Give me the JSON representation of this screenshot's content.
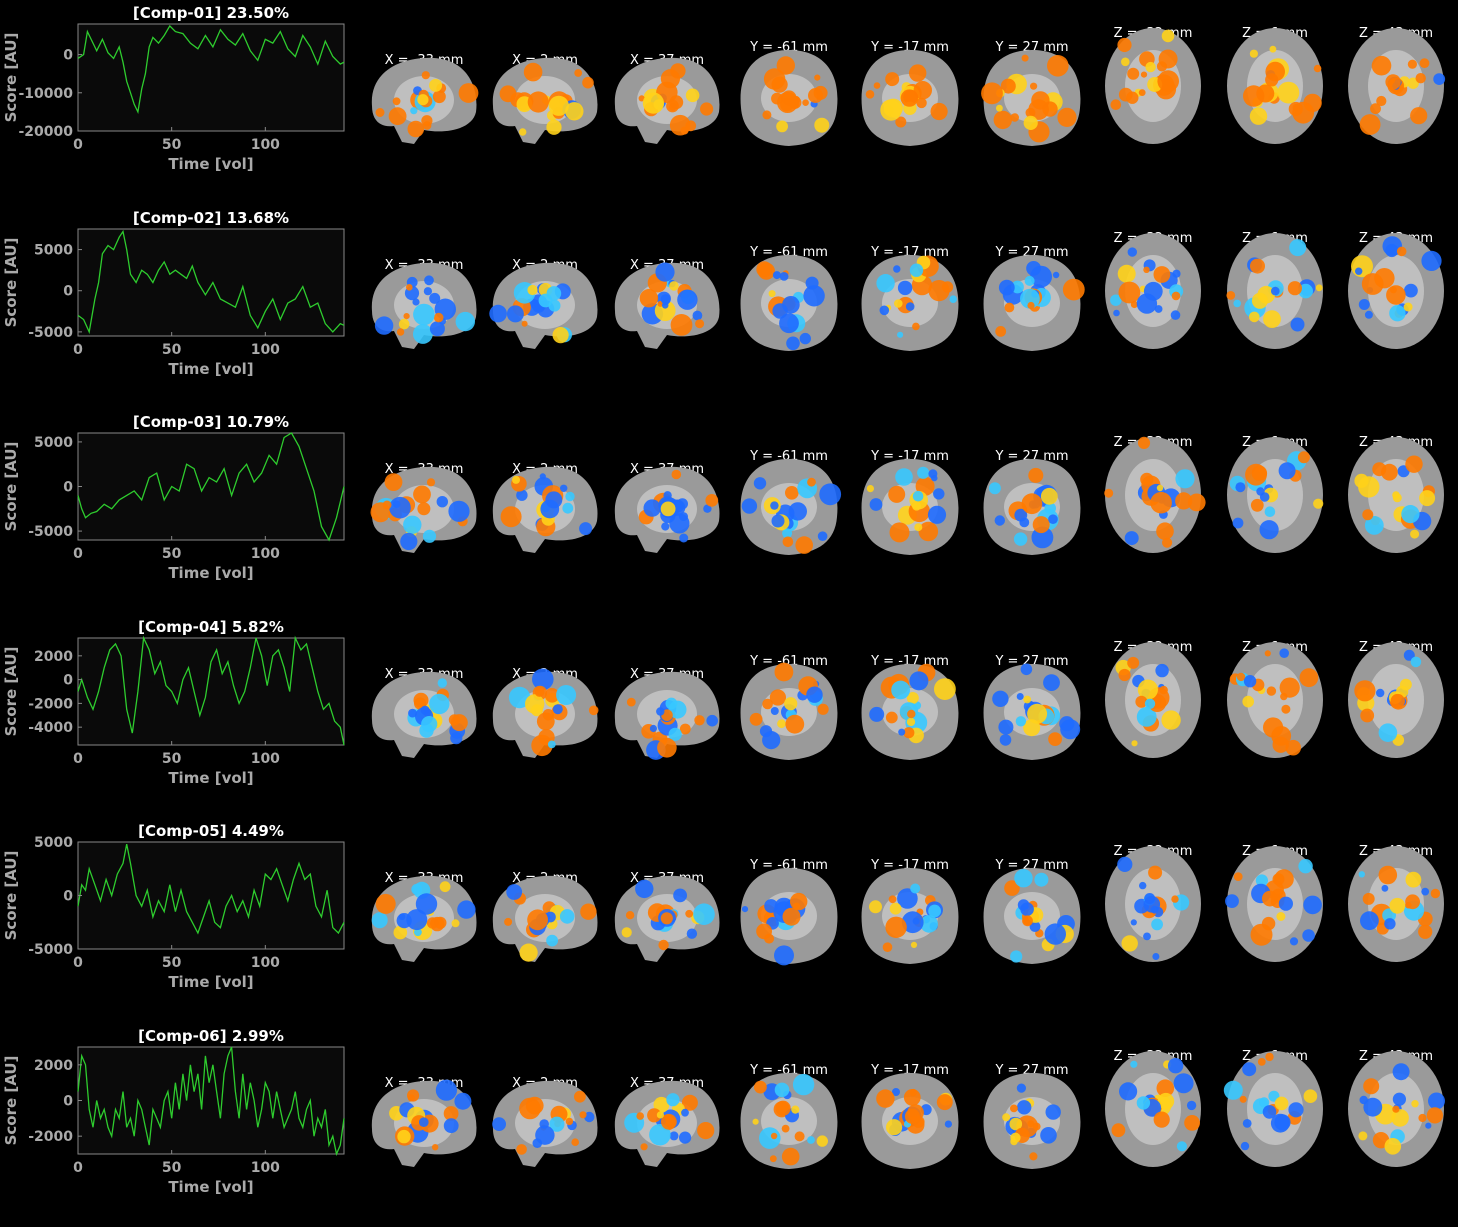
{
  "components": [
    {
      "title": "[Comp-01] 23.50%",
      "ylabel": "Score [AU]",
      "xlabel": "Time [vol]",
      "yticks": [
        "0",
        "-10000",
        "-20000"
      ],
      "xticks": [
        "0",
        "50",
        "100"
      ]
    },
    {
      "title": "[Comp-02] 13.68%",
      "ylabel": "Score [AU]",
      "xlabel": "Time [vol]",
      "yticks": [
        "5000",
        "0",
        "-5000"
      ],
      "xticks": [
        "0",
        "50",
        "100"
      ]
    },
    {
      "title": "[Comp-03] 10.79%",
      "ylabel": "Score [AU]",
      "xlabel": "Time [vol]",
      "yticks": [
        "5000",
        "0",
        "-5000"
      ],
      "xticks": [
        "0",
        "50",
        "100"
      ]
    },
    {
      "title": "[Comp-04] 5.82%",
      "ylabel": "Score [AU]",
      "xlabel": "Time [vol]",
      "yticks": [
        "2000",
        "0",
        "-2000",
        "-4000"
      ],
      "xticks": [
        "0",
        "50",
        "100"
      ]
    },
    {
      "title": "[Comp-05] 4.49%",
      "ylabel": "Score [AU]",
      "xlabel": "Time [vol]",
      "yticks": [
        "5000",
        "0",
        "-5000"
      ],
      "xticks": [
        "0",
        "50",
        "100"
      ]
    },
    {
      "title": "[Comp-06] 2.99%",
      "ylabel": "Score [AU]",
      "xlabel": "Time [vol]",
      "yticks": [
        "2000",
        "0",
        "-2000"
      ],
      "xticks": [
        "0",
        "50",
        "100"
      ]
    }
  ],
  "slice_labels": [
    "X = -33 mm",
    "X = 2 mm",
    "X = 37 mm",
    "Y = -61 mm",
    "Y = -17 mm",
    "Y = 27 mm",
    "Z = -32 mm",
    "Z = 6 mm",
    "Z = 43 mm"
  ],
  "colors": {
    "trace": "#2ecc2e",
    "axis": "#888888",
    "plot_bg": "#0a0a0a",
    "pos": "#ff7a00",
    "pos_hi": "#ffd21a",
    "neg": "#1f6bff",
    "neg_hi": "#37c8ff",
    "brain": "#9a9a9a"
  },
  "chart_data": [
    {
      "type": "line",
      "title": "[Comp-01] 23.50%",
      "xlabel": "Time [vol]",
      "ylabel": "Score [AU]",
      "xlim": [
        0,
        142
      ],
      "ylim": [
        -20000,
        8000
      ],
      "x": [
        0,
        3,
        5,
        8,
        10,
        13,
        16,
        19,
        22,
        24,
        26,
        28,
        30,
        32,
        34,
        36,
        38,
        40,
        43,
        46,
        49,
        52,
        56,
        60,
        64,
        68,
        72,
        76,
        80,
        84,
        88,
        92,
        96,
        100,
        104,
        108,
        112,
        116,
        120,
        124,
        128,
        132,
        136,
        140,
        142
      ],
      "values": [
        -1000,
        0,
        6000,
        3000,
        1000,
        4000,
        500,
        -1000,
        2000,
        -2000,
        -7000,
        -10000,
        -13000,
        -15000,
        -9000,
        -5000,
        2000,
        4500,
        3000,
        5000,
        7500,
        6000,
        5500,
        3000,
        1500,
        5000,
        2000,
        6500,
        4000,
        2500,
        5500,
        1000,
        -1500,
        4000,
        3000,
        6000,
        1500,
        -500,
        5000,
        2000,
        -2500,
        3500,
        -500,
        -2500,
        -2000
      ]
    },
    {
      "type": "line",
      "title": "[Comp-02] 13.68%",
      "xlabel": "Time [vol]",
      "ylabel": "Score [AU]",
      "xlim": [
        0,
        142
      ],
      "ylim": [
        -5500,
        7500
      ],
      "x": [
        0,
        3,
        6,
        9,
        11,
        13,
        16,
        19,
        22,
        24,
        26,
        28,
        31,
        34,
        37,
        40,
        43,
        46,
        49,
        52,
        55,
        58,
        61,
        64,
        68,
        72,
        76,
        80,
        84,
        88,
        92,
        96,
        100,
        104,
        108,
        112,
        116,
        120,
        124,
        128,
        132,
        136,
        140,
        142
      ],
      "values": [
        -3000,
        -3500,
        -5000,
        -1000,
        1000,
        4500,
        5500,
        5000,
        6500,
        7200,
        5000,
        2000,
        1000,
        2500,
        2000,
        1000,
        2500,
        3500,
        2000,
        2500,
        2000,
        1500,
        3000,
        1000,
        -500,
        1000,
        -1000,
        -1500,
        -2000,
        500,
        -3000,
        -4500,
        -2500,
        -1000,
        -3500,
        -1500,
        -1000,
        500,
        -2000,
        -1500,
        -4000,
        -5000,
        -4000,
        -4200
      ]
    },
    {
      "type": "line",
      "title": "[Comp-03] 10.79%",
      "xlabel": "Time [vol]",
      "ylabel": "Score [AU]",
      "xlim": [
        0,
        142
      ],
      "ylim": [
        -6000,
        6000
      ],
      "x": [
        0,
        2,
        4,
        7,
        10,
        14,
        18,
        22,
        26,
        30,
        34,
        38,
        42,
        46,
        50,
        54,
        58,
        62,
        66,
        70,
        74,
        78,
        82,
        86,
        90,
        94,
        98,
        102,
        106,
        110,
        114,
        118,
        122,
        126,
        130,
        134,
        138,
        142
      ],
      "values": [
        -1000,
        -2500,
        -3500,
        -3000,
        -2800,
        -2000,
        -2500,
        -1500,
        -1000,
        -500,
        -1500,
        1000,
        1500,
        -1500,
        0,
        -500,
        2500,
        2000,
        -500,
        1000,
        500,
        2000,
        -1000,
        1500,
        2500,
        500,
        1500,
        3500,
        2500,
        5500,
        6000,
        4500,
        2000,
        -500,
        -4500,
        -6000,
        -3500,
        0
      ]
    },
    {
      "type": "line",
      "title": "[Comp-04] 5.82%",
      "xlabel": "Time [vol]",
      "ylabel": "Score [AU]",
      "xlim": [
        0,
        142
      ],
      "ylim": [
        -5500,
        3500
      ],
      "x": [
        0,
        2,
        5,
        8,
        11,
        14,
        17,
        20,
        23,
        26,
        29,
        32,
        35,
        38,
        41,
        44,
        47,
        50,
        53,
        56,
        59,
        62,
        65,
        68,
        71,
        74,
        77,
        80,
        83,
        86,
        89,
        92,
        95,
        98,
        101,
        104,
        107,
        110,
        113,
        116,
        119,
        122,
        125,
        128,
        131,
        134,
        137,
        140,
        142
      ],
      "values": [
        -1000,
        0,
        -1500,
        -2500,
        -1000,
        1000,
        2500,
        3000,
        2000,
        -2500,
        -4500,
        -1000,
        3500,
        2500,
        500,
        1500,
        -500,
        -1000,
        -2000,
        0,
        1000,
        -1000,
        -3000,
        -1500,
        1500,
        2500,
        500,
        1500,
        -500,
        -2000,
        -1000,
        1000,
        3500,
        2000,
        -500,
        2000,
        2500,
        1000,
        -1000,
        3500,
        2500,
        3000,
        1000,
        -1000,
        -2500,
        -2000,
        -3500,
        -4000,
        -5500
      ]
    },
    {
      "type": "line",
      "title": "[Comp-05] 4.49%",
      "xlabel": "Time [vol]",
      "ylabel": "Score [AU]",
      "xlim": [
        0,
        142
      ],
      "ylim": [
        -5000,
        5000
      ],
      "x": [
        0,
        2,
        4,
        6,
        9,
        12,
        15,
        18,
        21,
        24,
        26,
        28,
        31,
        34,
        37,
        40,
        43,
        46,
        49,
        52,
        55,
        58,
        61,
        64,
        67,
        70,
        73,
        76,
        79,
        82,
        85,
        88,
        91,
        94,
        97,
        100,
        103,
        106,
        109,
        112,
        115,
        118,
        121,
        124,
        127,
        130,
        133,
        136,
        139,
        142
      ],
      "values": [
        -1000,
        1000,
        500,
        2500,
        1000,
        -500,
        1500,
        0,
        2000,
        3000,
        4800,
        3000,
        0,
        -1000,
        500,
        -2000,
        -500,
        -1500,
        1000,
        -1500,
        500,
        -1500,
        -2500,
        -3500,
        -2000,
        -500,
        -2500,
        -3000,
        -1000,
        0,
        -1500,
        -500,
        -2000,
        500,
        -1000,
        2000,
        1500,
        2500,
        1000,
        -500,
        1500,
        3000,
        1500,
        2000,
        -1000,
        -2000,
        500,
        -3000,
        -3500,
        -2500
      ]
    },
    {
      "type": "line",
      "title": "[Comp-06] 2.99%",
      "xlabel": "Time [vol]",
      "ylabel": "Score [AU]",
      "xlim": [
        0,
        142
      ],
      "ylim": [
        -3000,
        3000
      ],
      "x": [
        0,
        2,
        4,
        6,
        8,
        10,
        12,
        14,
        16,
        18,
        20,
        22,
        24,
        26,
        28,
        30,
        32,
        34,
        36,
        38,
        40,
        42,
        44,
        46,
        48,
        50,
        52,
        54,
        56,
        58,
        60,
        62,
        64,
        66,
        68,
        70,
        72,
        74,
        76,
        78,
        80,
        82,
        84,
        86,
        88,
        90,
        92,
        94,
        96,
        98,
        100,
        102,
        104,
        106,
        108,
        110,
        112,
        114,
        116,
        118,
        120,
        122,
        124,
        126,
        128,
        130,
        132,
        134,
        136,
        138,
        140,
        142
      ],
      "values": [
        500,
        2500,
        2000,
        -500,
        -1500,
        0,
        -1000,
        -500,
        -1500,
        -2000,
        -500,
        -1000,
        500,
        -1500,
        -1000,
        -2000,
        0,
        -500,
        -1500,
        -2500,
        -500,
        -1000,
        -1500,
        0,
        500,
        -1000,
        1000,
        -500,
        1500,
        0,
        2000,
        500,
        1500,
        -500,
        2500,
        1000,
        2000,
        500,
        -1000,
        1500,
        2500,
        3000,
        500,
        -1000,
        1500,
        -500,
        1000,
        0,
        -1500,
        -500,
        1000,
        500,
        -1000,
        500,
        -500,
        -1500,
        -1000,
        -500,
        500,
        -1000,
        -1500,
        -500,
        0,
        -2000,
        -1000,
        -1500,
        -500,
        -2500,
        -2000,
        -3000,
        -2500,
        -1000
      ]
    }
  ]
}
